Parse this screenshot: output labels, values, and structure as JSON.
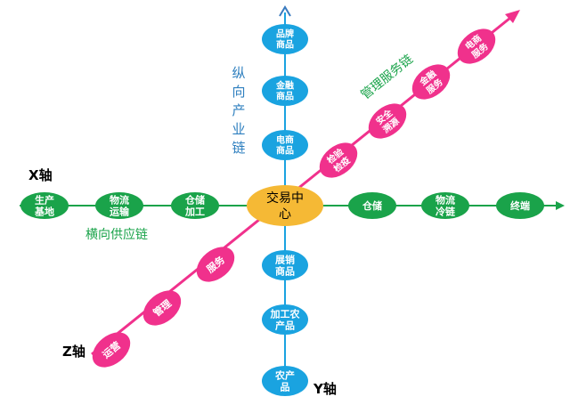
{
  "axes": {
    "x_label": "X轴",
    "y_label": "Y轴",
    "z_label": "Z轴"
  },
  "chains": {
    "horizontal": "横向供应链",
    "vertical": [
      "纵",
      "向",
      "产",
      "业",
      "链"
    ],
    "management": "管理服务链"
  },
  "center": [
    "交易中",
    "心"
  ],
  "x_left_nodes": [
    [
      "生产",
      "基地"
    ],
    [
      "物流",
      "运输"
    ],
    [
      "仓储",
      "加工"
    ]
  ],
  "x_right_nodes": [
    [
      "仓储"
    ],
    [
      "物流",
      "冷链"
    ],
    [
      "终端"
    ]
  ],
  "y_top_nodes": [
    [
      "品牌",
      "商品"
    ],
    [
      "金融",
      "商品"
    ],
    [
      "电商",
      "商品"
    ]
  ],
  "y_bottom_nodes": [
    [
      "展销",
      "商品"
    ],
    [
      "加工农",
      "产品"
    ],
    [
      "农产",
      "品"
    ]
  ],
  "z_upper_nodes": [
    [
      "检验",
      "检疫"
    ],
    [
      "安全",
      "溯源"
    ],
    [
      "金融",
      "服务"
    ],
    [
      "电商",
      "服务"
    ]
  ],
  "z_lower_nodes": [
    [
      "服务"
    ],
    [
      "管理"
    ],
    [
      "运营"
    ]
  ],
  "colors": {
    "x_axis": "#1aa34a",
    "y_axis": "#1aa3e0",
    "y_arrow": "#3a7bbf",
    "z_axis": "#f0318c",
    "center": "#f5b935",
    "chain_green": "#1aa34a",
    "chain_blue": "#2e7fbf"
  }
}
